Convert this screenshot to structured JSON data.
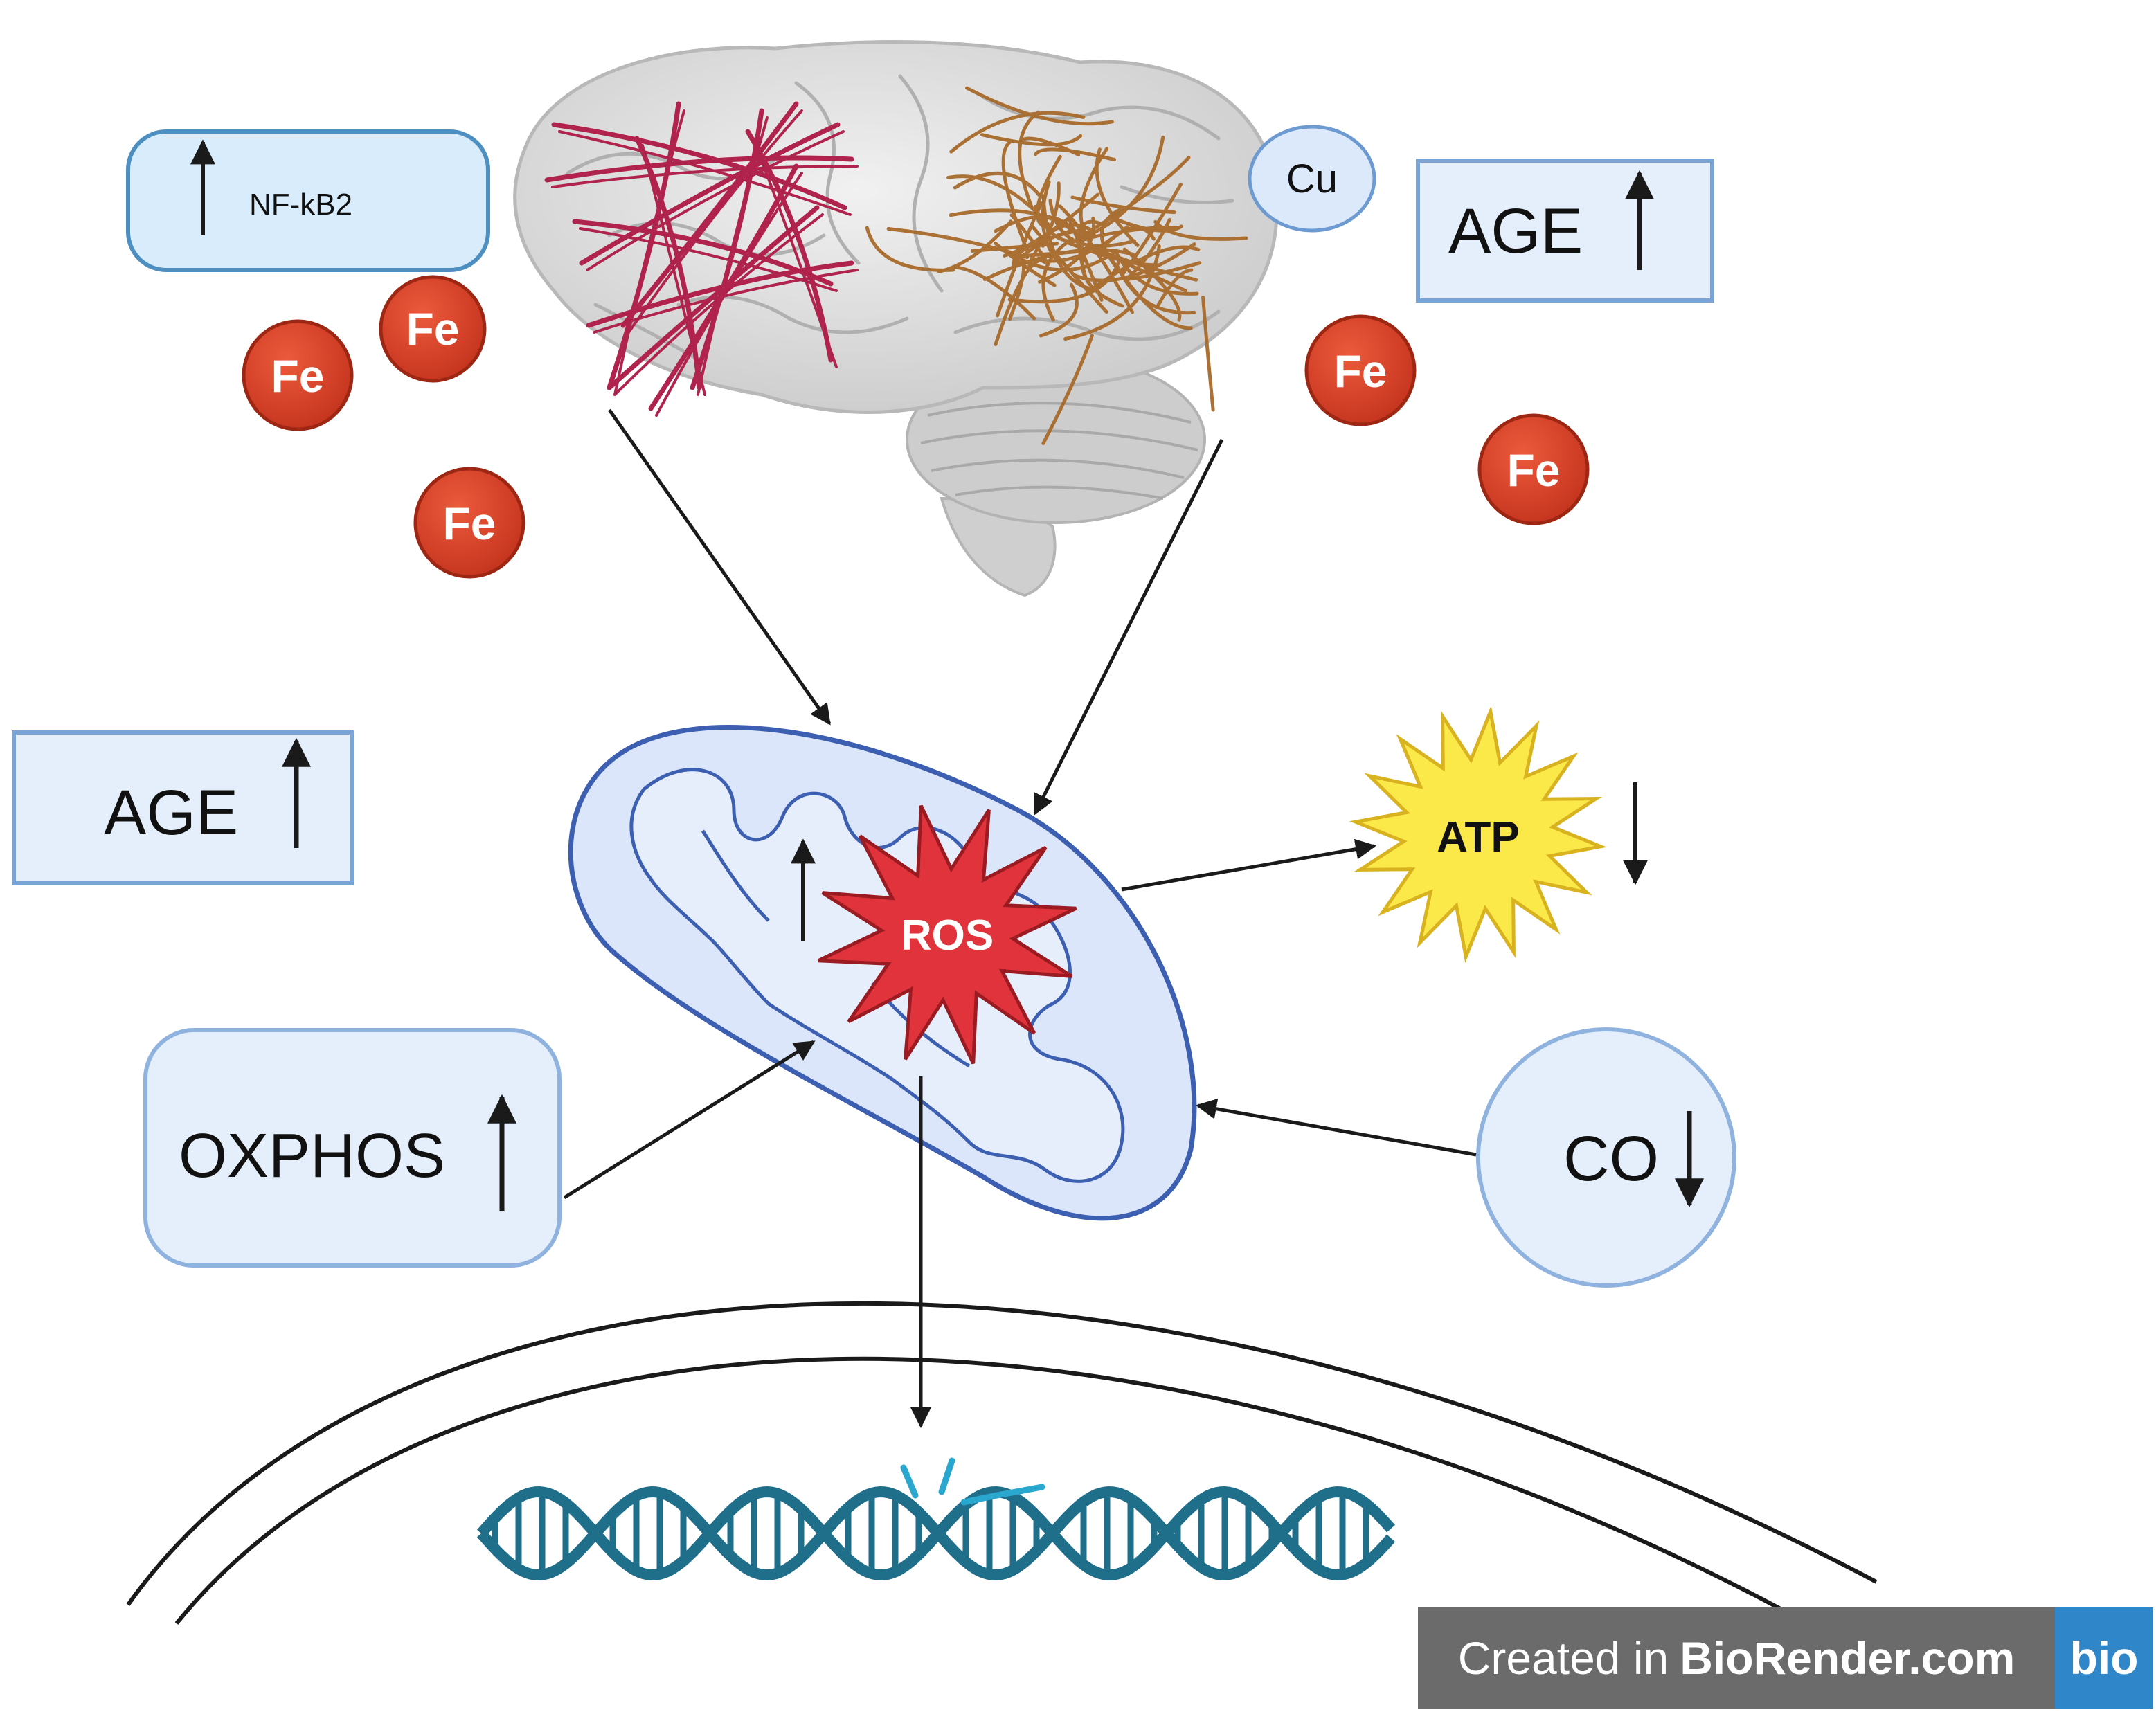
{
  "labels": {
    "nfkb2": "NF-kB2",
    "age_top": "AGE",
    "age_left": "AGE",
    "cu": "Cu",
    "fe": "Fe",
    "ros": "ROS",
    "atp": "ATP",
    "oxphos": "OXPHOS",
    "co": "CO"
  },
  "badge": {
    "prefix": "Created in",
    "brand": "BioRender.com",
    "logo": "bio"
  },
  "icons": [
    "brain-illustration",
    "mitochondrion-illustration",
    "dna-helix-illustration",
    "up-arrow-icon",
    "down-arrow-icon"
  ],
  "colors": {
    "fe_fill": "#d9452b",
    "box_fill": "#e6f1fb",
    "box_stroke": "#5d8fc4",
    "mito_fill": "#dde8fa",
    "mito_stroke": "#4a66b5",
    "ros_fill": "#e0333b",
    "atp_fill": "#fbe94a",
    "dna": "#1f6e8a",
    "amyloid": "#b0234d",
    "tau": "#a86a2a"
  }
}
